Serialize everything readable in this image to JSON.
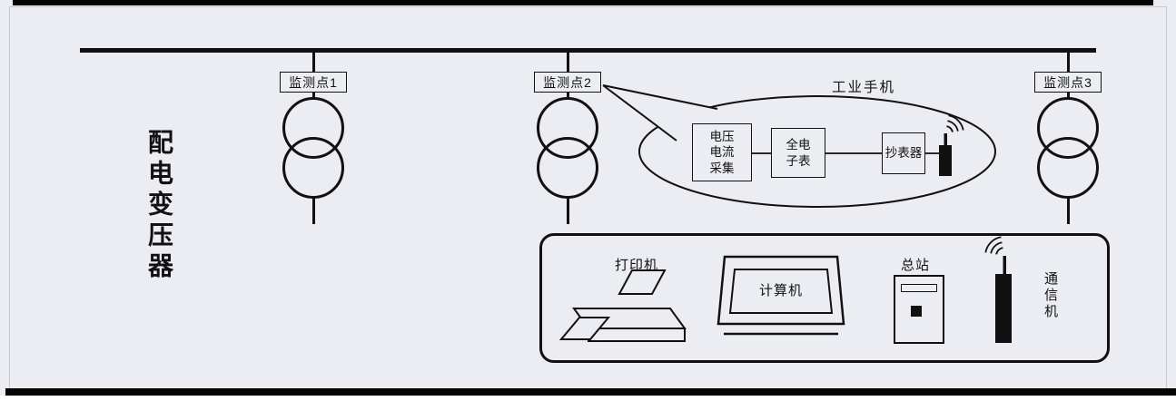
{
  "colors": {
    "ink": "#111111",
    "page": "#ebedf2"
  },
  "diagram": {
    "left_label": "配电变压器",
    "monitor_points": [
      {
        "label": "监测点1"
      },
      {
        "label": "监测点2"
      },
      {
        "label": "监测点3"
      }
    ],
    "callout": {
      "title": "工业手机",
      "boxes": [
        {
          "label": "电压\n电流\n采集"
        },
        {
          "label": "全电\n子表"
        },
        {
          "label": "抄表器"
        }
      ]
    },
    "station": {
      "printer_label": "打印机",
      "computer_label": "计算机",
      "main_label": "总站",
      "comm_label": "通信机"
    }
  },
  "icons": {
    "transformer": "transformer-coils-icon",
    "wireless": "wireless-signal-icon",
    "phone": "handheld-reader-icon",
    "printer": "printer-icon",
    "computer": "monitor-icon",
    "station_unit": "station-box-icon",
    "comm_unit": "comm-antenna-icon"
  }
}
